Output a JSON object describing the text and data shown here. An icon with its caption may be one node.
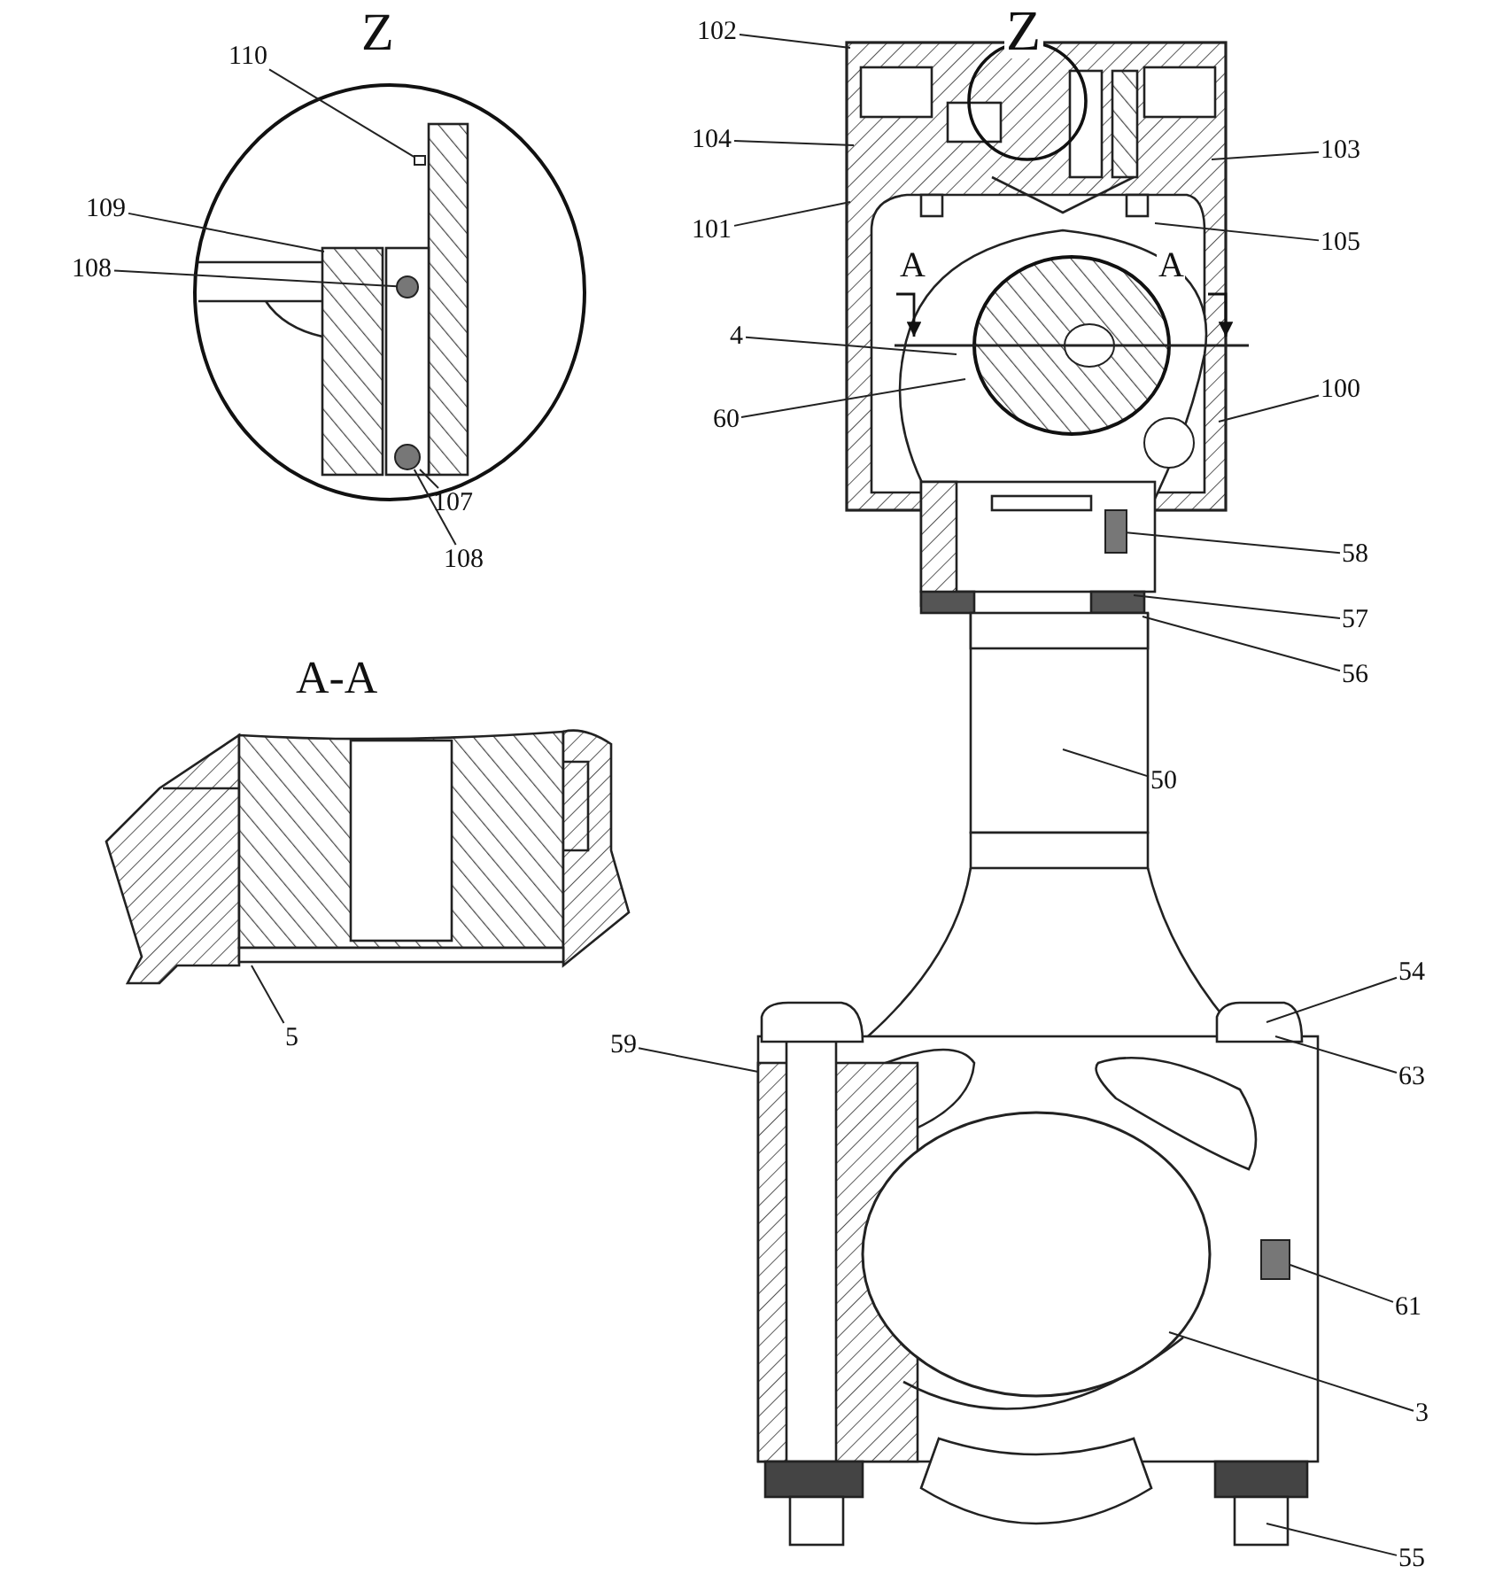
{
  "diagram": {
    "nodes": [
      {
        "text": [
          "110"
        ]
      },
      {
        "text": [
          "109"
        ]
      },
      {
        "text": [
          "108"
        ]
      },
      {
        "text": [
          "107"
        ]
      },
      {
        "text": [
          "108"
        ]
      },
      {
        "text": [
          "102"
        ]
      },
      {
        "text": [
          "104"
        ]
      },
      {
        "text": [
          "101"
        ]
      },
      {
        "text": [
          "103"
        ]
      },
      {
        "text": [
          "105"
        ]
      },
      {
        "text": [
          "4"
        ]
      },
      {
        "text": [
          "60"
        ]
      },
      {
        "text": [
          "100"
        ]
      },
      {
        "text": [
          "58"
        ]
      },
      {
        "text": [
          "57"
        ]
      },
      {
        "text": [
          "56"
        ]
      },
      {
        "text": [
          "50"
        ]
      },
      {
        "text": [
          "5"
        ]
      },
      {
        "text": [
          "59"
        ]
      },
      {
        "text": [
          "54"
        ]
      },
      {
        "text": [
          "63"
        ]
      },
      {
        "text": [
          "61"
        ]
      },
      {
        "text": [
          "3"
        ]
      },
      {
        "text": [
          "55"
        ]
      },
      {
        "text": [],
        "shape": "box"
      },
      {
        "text": [],
        "shape": "circle"
      },
      {
        "text": [],
        "shape": "circle"
      },
      {
        "text": [],
        "shape": "box"
      },
      {
        "text": [],
        "shape": "box"
      }
    ],
    "edges": [
      {
        "from": 0,
        "to": 24,
        "arrow": "none"
      },
      {
        "from": 1,
        "to": null,
        "arrow": "none"
      },
      {
        "from": 2,
        "to": 25,
        "arrow": "none"
      },
      {
        "from": 3,
        "to": 26,
        "arrow": "none"
      },
      {
        "from": 4,
        "to": 26,
        "arrow": "none"
      },
      {
        "from": 5,
        "to": null,
        "arrow": "none"
      },
      {
        "from": 6,
        "to": null,
        "arrow": "none"
      },
      {
        "from": 7,
        "to": null,
        "arrow": "none"
      },
      {
        "from": 8,
        "to": null,
        "arrow": "none"
      },
      {
        "from": 9,
        "to": null,
        "arrow": "none"
      },
      {
        "from": 10,
        "to": null,
        "arrow": "none"
      },
      {
        "from": 11,
        "to": null,
        "arrow": "none"
      },
      {
        "from": 12,
        "to": null,
        "arrow": "none"
      },
      {
        "from": 13,
        "to": 27,
        "arrow": "none"
      },
      {
        "from": 14,
        "to": null,
        "arrow": "none"
      },
      {
        "from": 15,
        "to": null,
        "arrow": "none"
      },
      {
        "from": 16,
        "to": null,
        "arrow": "none"
      },
      {
        "from": 17,
        "to": null,
        "arrow": "none"
      },
      {
        "from": 18,
        "to": null,
        "arrow": "none"
      },
      {
        "from": 19,
        "to": null,
        "arrow": "none"
      },
      {
        "from": 20,
        "to": null,
        "arrow": "none"
      },
      {
        "from": 21,
        "to": 28,
        "arrow": "none"
      },
      {
        "from": 22,
        "to": null,
        "arrow": "none"
      },
      {
        "from": 23,
        "to": null,
        "arrow": "none"
      }
    ],
    "labels": [
      "Z",
      "Z",
      "A",
      "A",
      "A-A"
    ]
  }
}
